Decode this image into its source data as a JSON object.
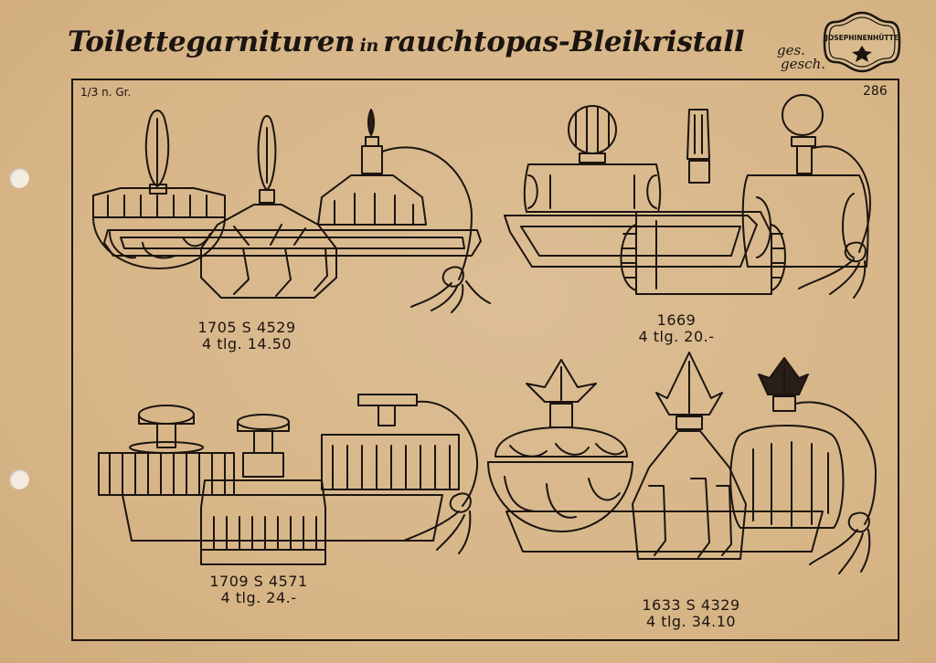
{
  "header": {
    "title_part1": "Toilettegarnituren",
    "title_part2": "in",
    "title_part3": "rauchtopas-Bleikristall",
    "ges": "ges.",
    "gesch": "gesch.",
    "logo_text": "JOSEPHINENHÜTTE"
  },
  "sheet": {
    "scale": "1/3 n. Gr.",
    "page_number": "286"
  },
  "items": [
    {
      "line1": "1705 S 4529",
      "line2": "4 tlg. 14.50"
    },
    {
      "line1": "1669",
      "line2": "4 tlg. 20.-"
    },
    {
      "line1": "1709 S 4571",
      "line2": "4 tlg.   24.-"
    },
    {
      "line1": "1633 S 4329",
      "line2": "4 tlg. 34.10"
    }
  ],
  "colors": {
    "paper": "#d6b485",
    "ink": "#1b1410",
    "hole": "#f4ece0"
  }
}
